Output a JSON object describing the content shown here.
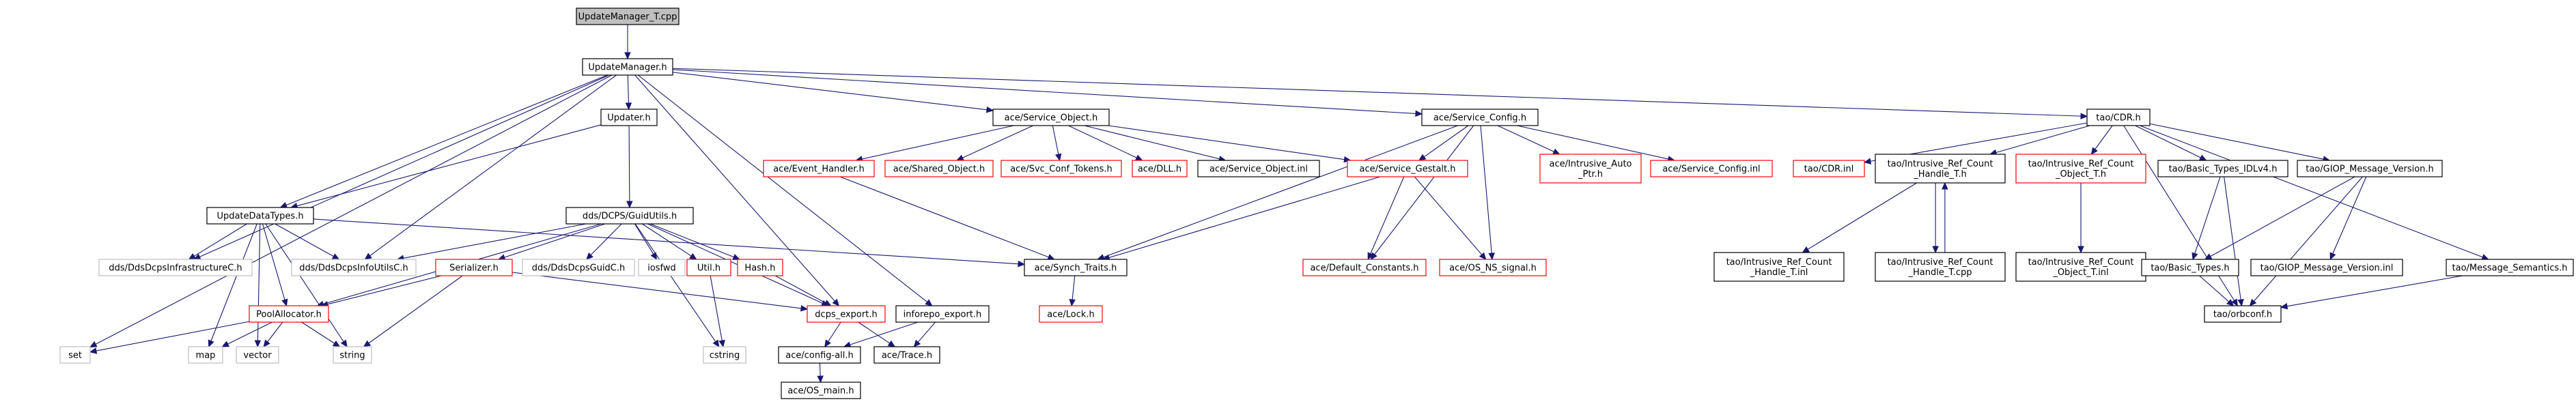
{
  "colors": {
    "edge": "#191970",
    "text": "#000000",
    "border_documented": "#000000",
    "border_undocumented": "#bfbfbf",
    "border_truncated": "#ff0000",
    "fill_root": "#bfbfbf",
    "fill_default": "#ffffff"
  },
  "graph": {
    "nodes": [
      {
        "id": "root",
        "label": "UpdateManager_T.cpp",
        "style": "root",
        "icon": null
      },
      {
        "id": "um",
        "label": "UpdateManager.h",
        "style": "normal"
      },
      {
        "id": "set",
        "label": "set",
        "style": "gray"
      },
      {
        "id": "infra",
        "label": "dds/DdsDcpsInfrastructureC.h",
        "style": "gray"
      },
      {
        "id": "udt",
        "label": "UpdateDataTypes.h",
        "style": "normal"
      },
      {
        "id": "infoutils",
        "label": "dds/DdsDcpsInfoUtilsC.h",
        "style": "gray"
      },
      {
        "id": "updater",
        "label": "Updater.h",
        "style": "normal"
      },
      {
        "id": "guidutils",
        "label": "dds/DCPS/GuidUtils.h",
        "style": "normal"
      },
      {
        "id": "evh",
        "label": "ace/Event_Handler.h",
        "style": "red"
      },
      {
        "id": "svcobj",
        "label": "ace/Service_Object.h",
        "style": "normal"
      },
      {
        "id": "shobj",
        "label": "ace/Shared_Object.h",
        "style": "red"
      },
      {
        "id": "svctok",
        "label": "ace/Svc_Conf_Tokens.h",
        "style": "red"
      },
      {
        "id": "dll",
        "label": "ace/DLL.h",
        "style": "red"
      },
      {
        "id": "svcobjinl",
        "label": "ace/Service_Object.inl",
        "style": "normal"
      },
      {
        "id": "svcconf",
        "label": "ace/Service_Config.h",
        "style": "normal"
      },
      {
        "id": "gestalt",
        "label": "ace/Service_Gestalt.h",
        "style": "red"
      },
      {
        "id": "intrauto",
        "label": [
          "ace/Intrusive_Auto",
          "_Ptr.h"
        ],
        "style": "red"
      },
      {
        "id": "svcconfinl",
        "label": "ace/Service_Config.inl",
        "style": "red"
      },
      {
        "id": "cdrh",
        "label": "tao/CDR.h",
        "style": "normal"
      },
      {
        "id": "cdrinl",
        "label": "tao/CDR.inl",
        "style": "red"
      },
      {
        "id": "irc",
        "label": [
          "tao/Intrusive_Ref_Count",
          "_Handle_T.h"
        ],
        "style": "normal"
      },
      {
        "id": "ircobj",
        "label": [
          "tao/Intrusive_Ref_Count",
          "_Object_T.h"
        ],
        "style": "red"
      },
      {
        "id": "basicidl",
        "label": "tao/Basic_Types_IDLv4.h",
        "style": "normal"
      },
      {
        "id": "giopver",
        "label": "tao/GIOP_Message_Version.h",
        "style": "normal"
      },
      {
        "id": "msgsem",
        "label": "tao/Message_Semantics.h",
        "style": "normal"
      },
      {
        "id": "ircinl",
        "label": [
          "tao/Intrusive_Ref_Count",
          "_Handle_T.inl"
        ],
        "style": "normal"
      },
      {
        "id": "irccpp",
        "label": [
          "tao/Intrusive_Ref_Count",
          "_Handle_T.cpp"
        ],
        "style": "normal"
      },
      {
        "id": "ircobjinl",
        "label": [
          "tao/Intrusive_Ref_Count",
          "_Object_T.inl"
        ],
        "style": "normal"
      },
      {
        "id": "basictypes",
        "label": "tao/Basic_Types.h",
        "style": "normal"
      },
      {
        "id": "giopverinl",
        "label": "tao/GIOP_Message_Version.inl",
        "style": "normal"
      },
      {
        "id": "orbconf",
        "label": "tao/orbconf.h",
        "style": "normal"
      },
      {
        "id": "guidc",
        "label": "dds/DdsDcpsGuidC.h",
        "style": "gray"
      },
      {
        "id": "iosfwd",
        "label": "iosfwd",
        "style": "gray"
      },
      {
        "id": "serializer",
        "label": "Serializer.h",
        "style": "red"
      },
      {
        "id": "utilh",
        "label": "Util.h",
        "style": "red"
      },
      {
        "id": "hashh",
        "label": "Hash.h",
        "style": "red"
      },
      {
        "id": "synch",
        "label": "ace/Synch_Traits.h",
        "style": "normal"
      },
      {
        "id": "defconst",
        "label": "ace/Default_Constants.h",
        "style": "red"
      },
      {
        "id": "nssignal",
        "label": "ace/OS_NS_signal.h",
        "style": "red"
      },
      {
        "id": "locka",
        "label": "ace/Lock.h",
        "style": "red"
      },
      {
        "id": "poolalloc",
        "label": "PoolAllocator.h",
        "style": "red"
      },
      {
        "id": "map",
        "label": "map",
        "style": "gray"
      },
      {
        "id": "vector",
        "label": "vector",
        "style": "gray"
      },
      {
        "id": "string",
        "label": "string",
        "style": "gray"
      },
      {
        "id": "cstring",
        "label": "cstring",
        "style": "gray"
      },
      {
        "id": "dcpsexport",
        "label": "dcps_export.h",
        "style": "red"
      },
      {
        "id": "inforepo",
        "label": "inforepo_export.h",
        "style": "normal"
      },
      {
        "id": "configall",
        "label": "ace/config-all.h",
        "style": "normal"
      },
      {
        "id": "trace",
        "label": "ace/Trace.h",
        "style": "normal"
      },
      {
        "id": "osmain",
        "label": "ace/OS_main.h",
        "style": "normal"
      }
    ],
    "edges": [
      [
        "root",
        "um"
      ],
      [
        "um",
        "set"
      ],
      [
        "um",
        "infra"
      ],
      [
        "um",
        "udt"
      ],
      [
        "um",
        "infoutils"
      ],
      [
        "um",
        "updater"
      ],
      [
        "um",
        "dcpsexport"
      ],
      [
        "um",
        "inforepo"
      ],
      [
        "um",
        "svcobj"
      ],
      [
        "um",
        "svcconf"
      ],
      [
        "um",
        "cdrh"
      ],
      [
        "udt",
        "infra"
      ],
      [
        "udt",
        "infoutils"
      ],
      [
        "udt",
        "map"
      ],
      [
        "udt",
        "vector"
      ],
      [
        "udt",
        "string"
      ],
      [
        "udt",
        "poolalloc"
      ],
      [
        "udt",
        "synch"
      ],
      [
        "updater",
        "udt"
      ],
      [
        "updater",
        "guidutils"
      ],
      [
        "guidutils",
        "infoutils"
      ],
      [
        "guidutils",
        "guidc"
      ],
      [
        "guidutils",
        "iosfwd"
      ],
      [
        "guidutils",
        "serializer"
      ],
      [
        "guidutils",
        "utilh"
      ],
      [
        "guidutils",
        "hashh"
      ],
      [
        "guidutils",
        "cstring"
      ],
      [
        "guidutils",
        "poolalloc"
      ],
      [
        "guidutils",
        "dcpsexport"
      ],
      [
        "svcobj",
        "evh"
      ],
      [
        "svcobj",
        "shobj"
      ],
      [
        "svcobj",
        "svctok"
      ],
      [
        "svcobj",
        "dll"
      ],
      [
        "svcobj",
        "svcobjinl"
      ],
      [
        "svcobj",
        "gestalt"
      ],
      [
        "svcconf",
        "gestalt"
      ],
      [
        "svcconf",
        "synch"
      ],
      [
        "svcconf",
        "intrauto"
      ],
      [
        "svcconf",
        "svcconfinl"
      ],
      [
        "svcconf",
        "defconst"
      ],
      [
        "svcconf",
        "nssignal"
      ],
      [
        "evh",
        "synch"
      ],
      [
        "gestalt",
        "synch"
      ],
      [
        "gestalt",
        "defconst"
      ],
      [
        "gestalt",
        "nssignal"
      ],
      [
        "cdrh",
        "cdrinl"
      ],
      [
        "cdrh",
        "irc"
      ],
      [
        "cdrh",
        "ircobj"
      ],
      [
        "cdrh",
        "basicidl"
      ],
      [
        "cdrh",
        "giopver"
      ],
      [
        "cdrh",
        "msgsem"
      ],
      [
        "cdrh",
        "orbconf"
      ],
      [
        "irc",
        "ircinl"
      ],
      [
        "irc",
        "irccpp"
      ],
      [
        "irccpp",
        "irc"
      ],
      [
        "ircobj",
        "ircobjinl"
      ],
      [
        "basicidl",
        "basictypes"
      ],
      [
        "basicidl",
        "orbconf"
      ],
      [
        "giopver",
        "basictypes"
      ],
      [
        "giopver",
        "giopverinl"
      ],
      [
        "giopver",
        "orbconf"
      ],
      [
        "basictypes",
        "orbconf"
      ],
      [
        "msgsem",
        "orbconf"
      ],
      [
        "synch",
        "locka"
      ],
      [
        "serializer",
        "poolalloc"
      ],
      [
        "serializer",
        "string"
      ],
      [
        "serializer",
        "dcpsexport"
      ],
      [
        "utilh",
        "cstring"
      ],
      [
        "hashh",
        "dcpsexport"
      ],
      [
        "poolalloc",
        "set"
      ],
      [
        "poolalloc",
        "map"
      ],
      [
        "poolalloc",
        "vector"
      ],
      [
        "poolalloc",
        "string"
      ],
      [
        "dcpsexport",
        "configall"
      ],
      [
        "dcpsexport",
        "trace"
      ],
      [
        "inforepo",
        "configall"
      ],
      [
        "inforepo",
        "trace"
      ],
      [
        "configall",
        "osmain"
      ]
    ]
  }
}
